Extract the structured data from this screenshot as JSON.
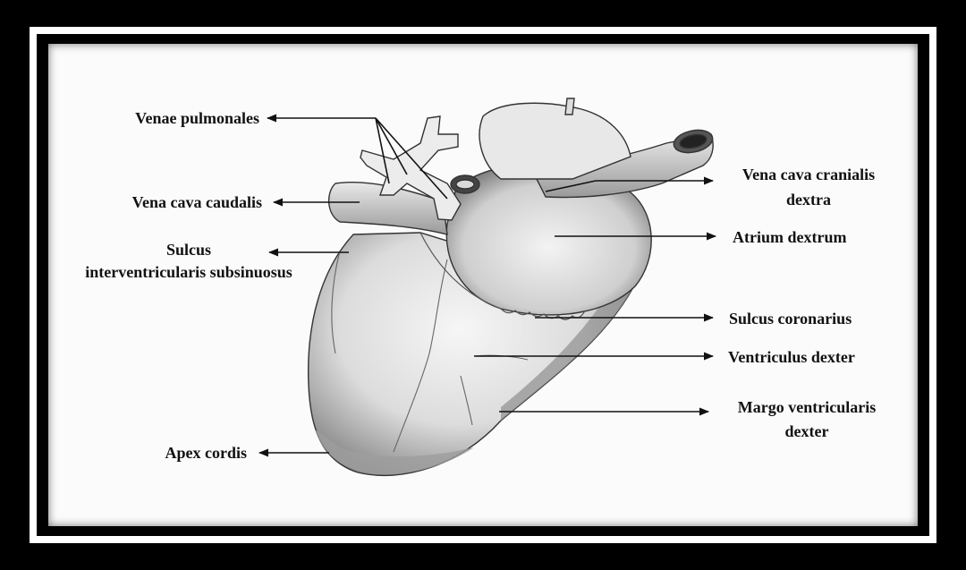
{
  "labels": {
    "venae_pulmonales": "Venae pulmonales",
    "vena_cava_caudalis": "Vena cava caudalis",
    "sulcus_line1": "Sulcus",
    "sulcus_line2": "interventricularis subsinuosus",
    "apex_cordis": "Apex cordis",
    "vena_cava_cranialis_line1": "Vena cava cranialis",
    "vena_cava_cranialis_line2": "dextra",
    "atrium_dextrum": "Atrium dextrum",
    "sulcus_coronarius": "Sulcus coronarius",
    "ventriculus_dexter": "Ventriculus dexter",
    "margo_line1": "Margo ventricularis",
    "margo_line2": "dexter"
  },
  "colors": {
    "frame": "#000000",
    "border": "#ffffff",
    "canvas": "#fbfbfb",
    "ink": "#111111"
  }
}
